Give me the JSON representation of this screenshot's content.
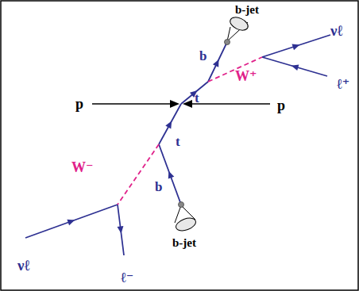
{
  "diagram": {
    "labels": [
      "b-jet",
      "νℓ",
      "b",
      "t",
      "W⁺",
      "ℓ⁺",
      "p",
      "p",
      "W⁻",
      "t",
      "b",
      "νℓ",
      "ℓ⁻",
      "b-jet"
    ]
  }
}
